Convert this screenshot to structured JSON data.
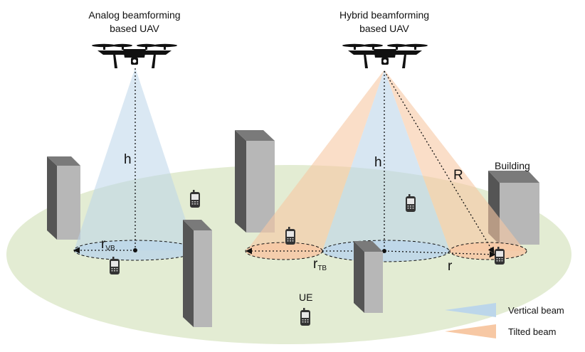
{
  "titles": {
    "analog_line1": "Analog beamforming",
    "analog_line2": "based UAV",
    "hybrid_line1": "Hybrid beamforming",
    "hybrid_line2": "based UAV"
  },
  "labels": {
    "h_left": "h",
    "h_right": "h",
    "r_vb_main": "r",
    "r_vb_sub": "VB",
    "r_tb_main": "r",
    "r_tb_sub": "TB",
    "r": "r",
    "R": "R",
    "building": "Building",
    "ue": "UE"
  },
  "legend": {
    "vertical": "Vertical beam",
    "tilted": "Tilted beam"
  },
  "colors": {
    "ground": "#e3ecd3",
    "vertical_beam": "#bcd6ea",
    "tilted_beam": "#f7c8a4",
    "building_front": "#b7b7b7",
    "building_side": "#555555"
  },
  "icons": [
    "drone-icon",
    "phone-icon",
    "building-icon"
  ]
}
